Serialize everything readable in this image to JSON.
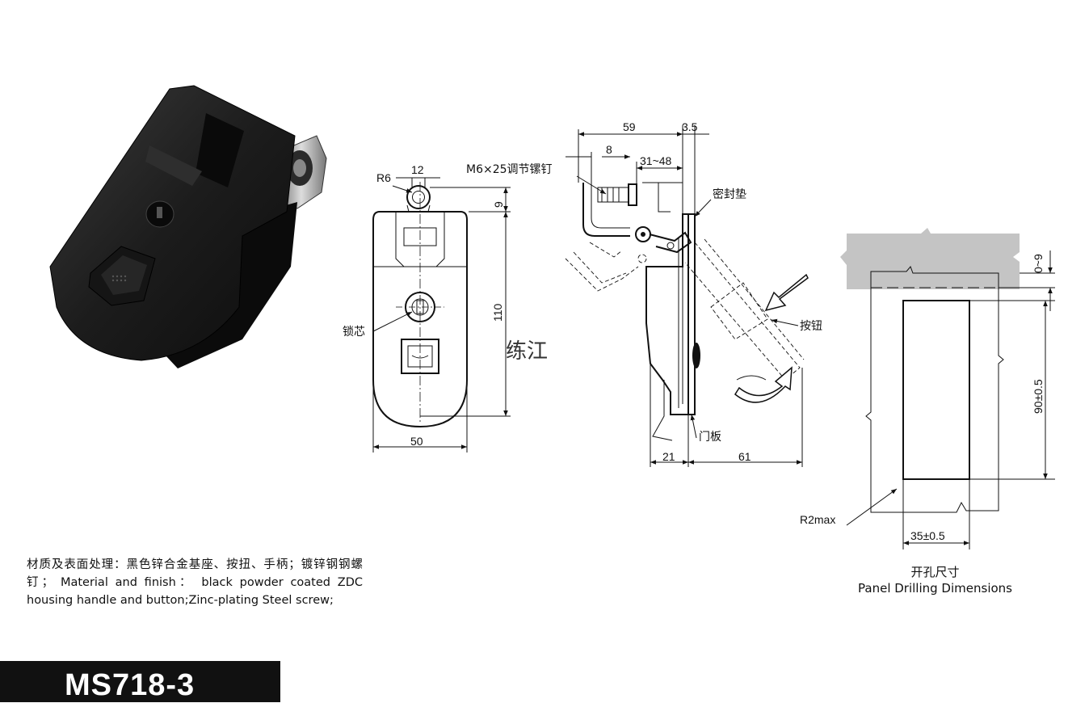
{
  "front_view": {
    "r6": "R6",
    "w12": "12",
    "h9": "9",
    "h110": "110",
    "w50": "50",
    "lock_core": "锁芯"
  },
  "side_view": {
    "w59": "59",
    "w3_5": "3.5",
    "w8": "8",
    "r31_48": "31~48",
    "screw": "M6×25调节镙钉",
    "seal": "密封垫",
    "button": "按钮",
    "door": "门板",
    "w21": "21",
    "w61": "61"
  },
  "cutout": {
    "h0_9": "0~9",
    "h90": "90±0.5",
    "r2max": "R2max",
    "w35": "35±0.5",
    "caption_cn": "开孔尺寸",
    "caption_en": "Panel Drilling Dimensions"
  },
  "watermark": "练江",
  "description": "材质及表面处理：黑色锌合金基座、按扭、手柄；镀锌钢钢螺钉； Material and finish： black powder coated ZDC housing handle and button;Zinc-plating Steel screw;",
  "model": "MS718-3"
}
